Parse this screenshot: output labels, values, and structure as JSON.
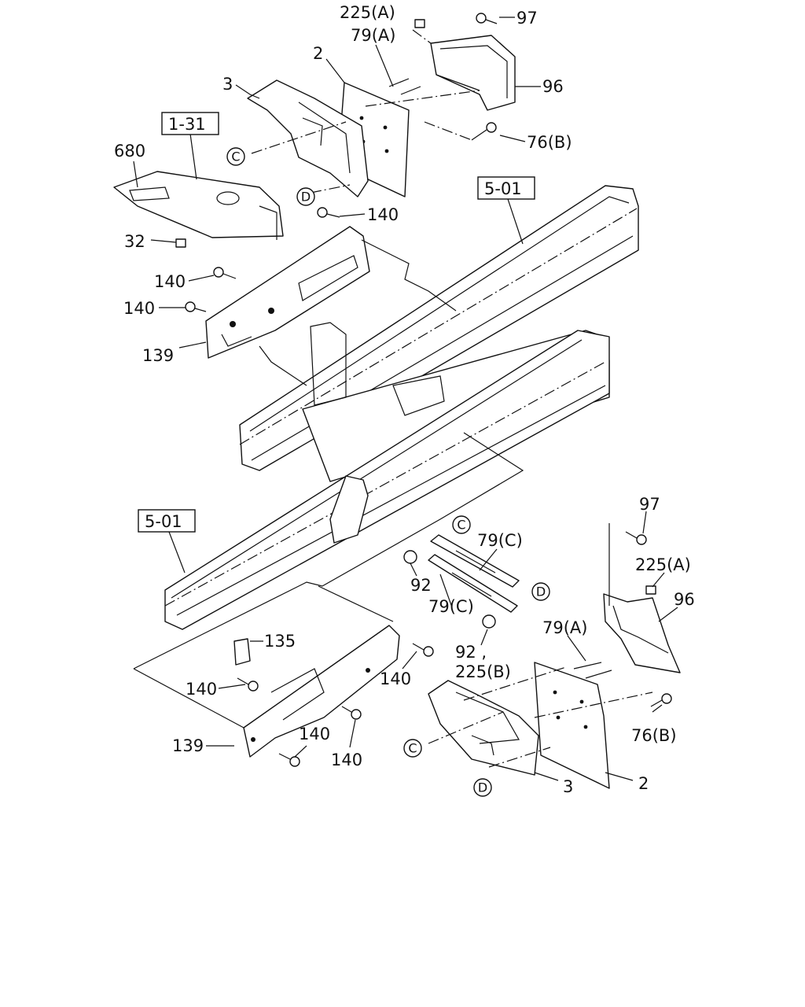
{
  "labels": {
    "l_225a_top": "225(A)",
    "l_97_top": "97",
    "l_79a_top": "79(A)",
    "l_2_top": "2",
    "l_96_top": "96",
    "l_3_top": "3",
    "l_131": "1-31",
    "l_c_top": "C",
    "l_76b_top": "76(B)",
    "l_680": "680",
    "l_d_top": "D",
    "l_501_top": "5-01",
    "l_140_a": "140",
    "l_32": "32",
    "l_140_b": "140",
    "l_140_c": "140",
    "l_139_top": "139",
    "l_501_bot": "5-01",
    "l_c_mid": "C",
    "l_79c_a": "79(C)",
    "l_97_bot": "97",
    "l_92_a": "92",
    "l_d_mid": "D",
    "l_225a_bot": "225(A)",
    "l_79c_b": "79(C)",
    "l_96_bot": "96",
    "l_79a_bot": "79(A)",
    "l_92_b": "92 ,",
    "l_225b": "225(B)",
    "l_135": "135",
    "l_140_d": "140",
    "l_140_e": "140",
    "l_76b_bot": "76(B)",
    "l_139_bot": "139",
    "l_140_f": "140",
    "l_140_g": "140",
    "l_c_bot": "C",
    "l_3_bot": "3",
    "l_2_bot": "2",
    "l_d_bot": "D"
  }
}
